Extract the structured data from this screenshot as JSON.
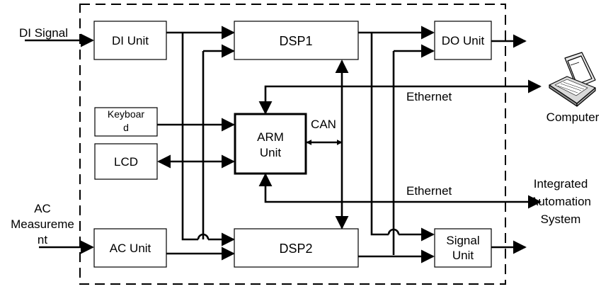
{
  "blocks": {
    "di_unit": "DI Unit",
    "dsp1": "DSP1",
    "do_unit": "DO Unit",
    "keyboard_line1": "Keyboar",
    "keyboard_line2": "d",
    "lcd": "LCD",
    "arm_line1": "ARM",
    "arm_line2": "Unit",
    "ac_unit": "AC Unit",
    "dsp2": "DSP2",
    "signal_line1": "Signal",
    "signal_line2": "Unit"
  },
  "labels": {
    "di_signal": "DI Signal",
    "ac_measurement_line1": "AC",
    "ac_measurement_line2": "Measureme",
    "ac_measurement_line3": "nt",
    "can": "CAN",
    "ethernet_top": "Ethernet",
    "ethernet_bottom": "Ethernet",
    "computer": "Computer",
    "integrated_line1": "Integrated",
    "integrated_line2": "Automation",
    "integrated_line3": "System"
  },
  "icons": {
    "computer": "laptop-icon"
  }
}
